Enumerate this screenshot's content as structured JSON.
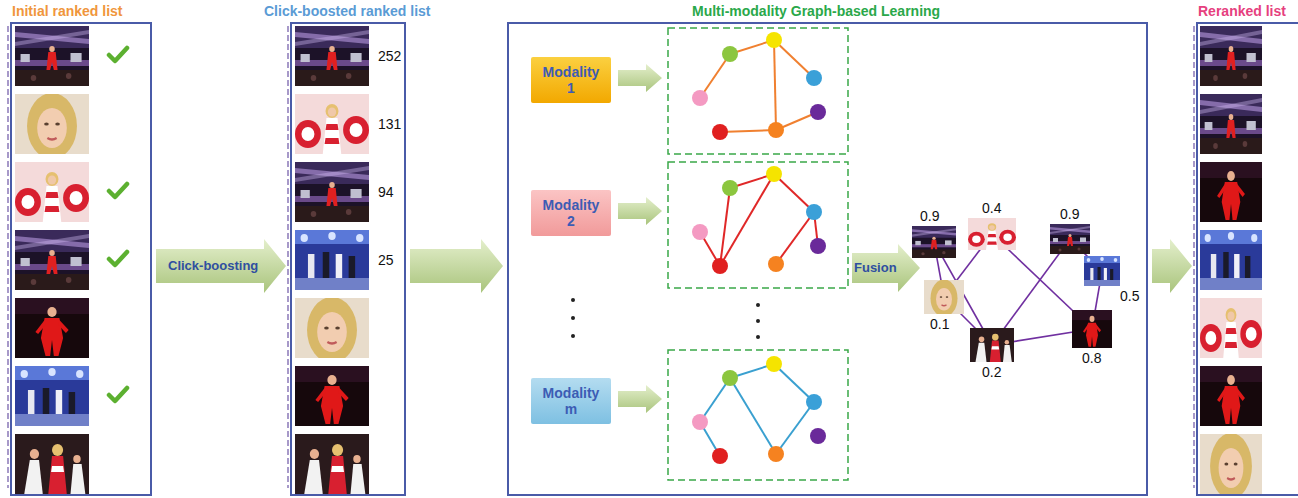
{
  "diagram": {
    "nodes": [
      {
        "text": [
          "Initial ranked list"
        ]
      },
      {
        "text": [
          "Click-boosted ranked list"
        ]
      },
      {
        "text": [
          "Multi-modality Graph-based Learning"
        ]
      },
      {
        "text": [
          "Modality 1"
        ],
        "in": 2
      },
      {
        "text": [
          "Modality 2"
        ],
        "in": 2
      },
      {
        "text": [
          "Modality m"
        ],
        "in": 2
      },
      {
        "text": [
          "Reranked list"
        ]
      }
    ],
    "edges": [
      {
        "from": 0,
        "to": 1,
        "arrow": "to",
        "label": "Click-boosting"
      },
      {
        "from": 1,
        "to": 2,
        "arrow": "to"
      },
      {
        "from": 2,
        "to": 6,
        "arrow": "to"
      }
    ],
    "labels": [
      "252",
      "131",
      "94",
      "25",
      "Fusion",
      "0.4",
      "0.9",
      "0.9",
      "0.5",
      "0.1",
      "0.8",
      "0.2"
    ]
  }
}
